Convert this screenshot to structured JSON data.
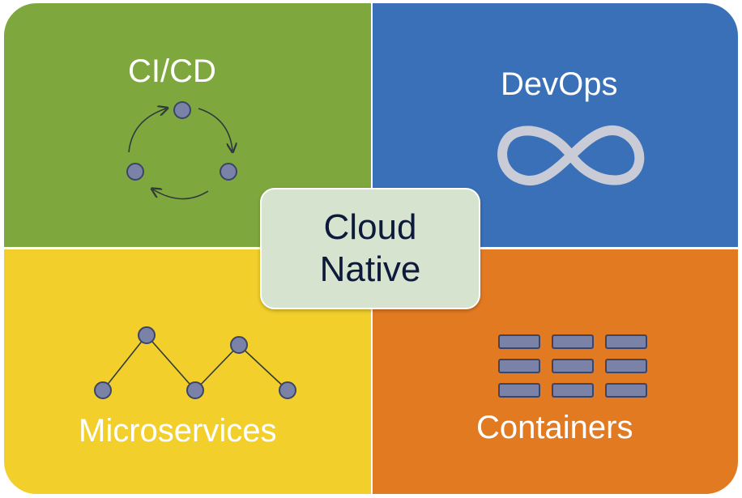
{
  "center": {
    "line1": "Cloud",
    "line2": "Native"
  },
  "quadrants": {
    "top_left": {
      "label": "CI/CD",
      "color": "#7ea83e",
      "icon": "cycle-icon"
    },
    "top_right": {
      "label": "DevOps",
      "color": "#3a70b8",
      "icon": "infinity-icon"
    },
    "bottom_left": {
      "label": "Microservices",
      "color": "#f2cf2b",
      "icon": "network-nodes-icon"
    },
    "bottom_right": {
      "label": "Containers",
      "color": "#e27a22",
      "icon": "container-grid-icon"
    }
  },
  "colors": {
    "center_fill": "#d5e3cf",
    "center_text": "#0e1a3a",
    "node_fill": "#7a82a8",
    "node_stroke": "#3c4566",
    "infinity": "#c9ccd6"
  }
}
